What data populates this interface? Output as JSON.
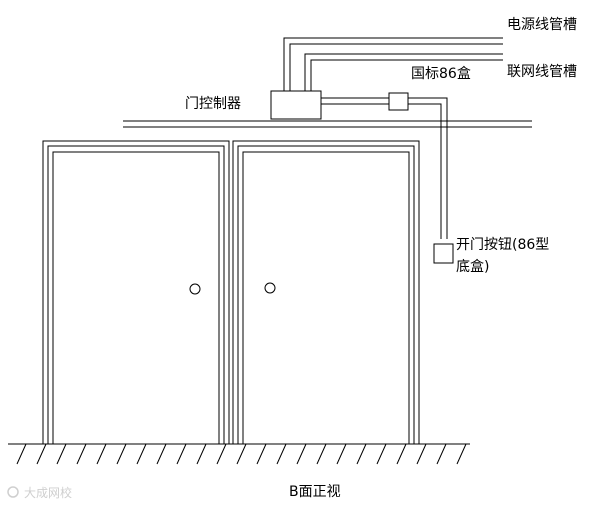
{
  "labels": {
    "power_trunking": "电源线管槽",
    "network_trunking": "联网线管槽",
    "box_86": "国标86盒",
    "door_controller": "门控制器",
    "exit_button_line1": "开门按钮(86型",
    "exit_button_line2": "底盒)",
    "view_title": "B面正视"
  },
  "watermark": {
    "text": "大成网校"
  },
  "colors": {
    "line": "#000000",
    "background": "#ffffff",
    "watermark": "#cfcfcf"
  }
}
